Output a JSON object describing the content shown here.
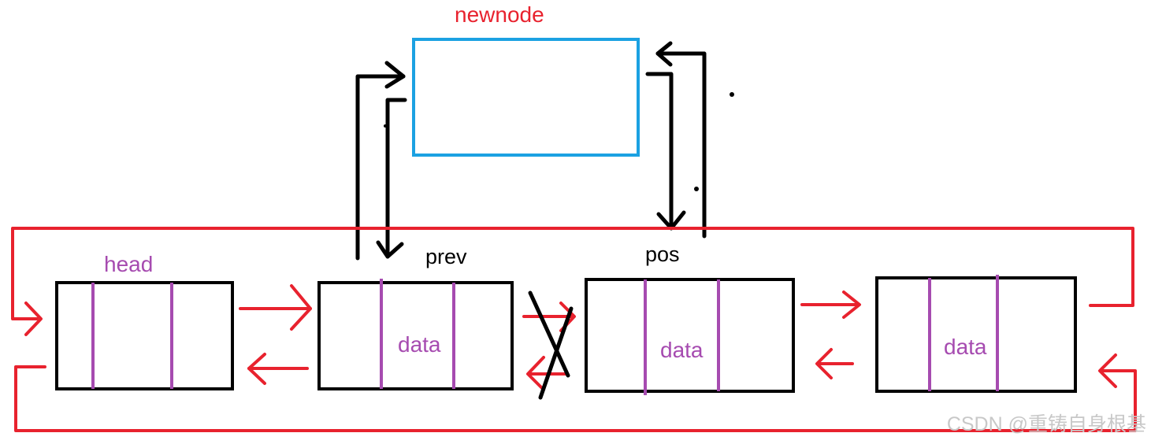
{
  "labels": {
    "newnode": "newnode",
    "head": "head",
    "prev": "prev",
    "pos": "pos"
  },
  "node_data_label": "data",
  "watermark": "CSDN @重铸自身根基",
  "colors": {
    "red": "#e8222e",
    "black": "#000000",
    "purple": "#a64bb0",
    "blue": "#1ba1e2",
    "watermark": "#c8c8c8"
  }
}
